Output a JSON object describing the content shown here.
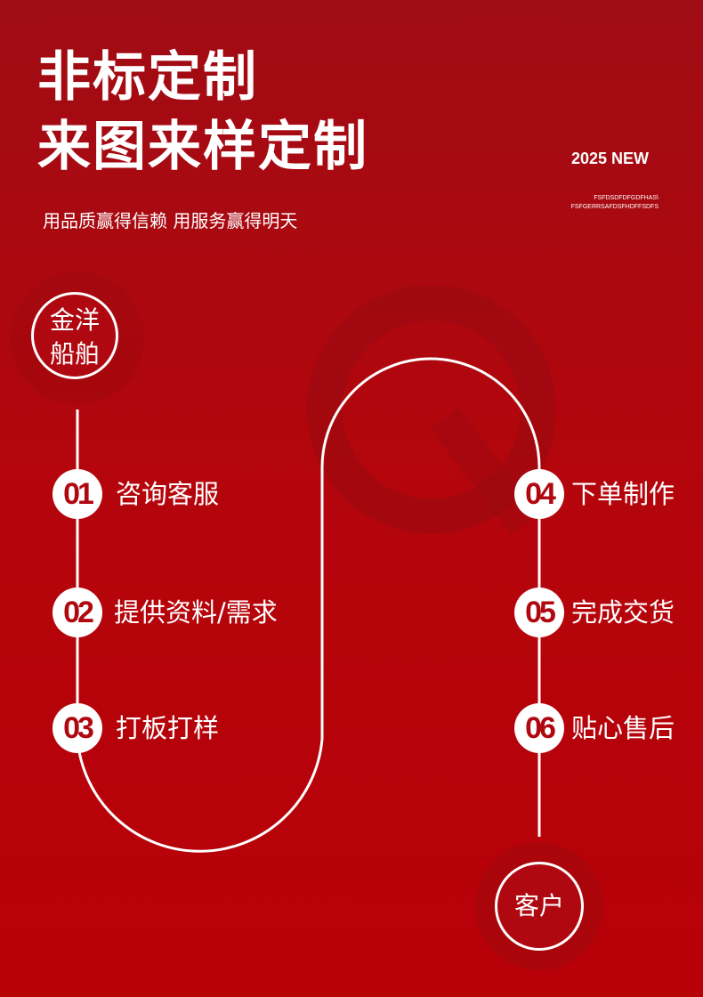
{
  "title_line1": "非标定制",
  "title_line2": "来图来样定制",
  "subtitle": "用品质赢得信赖 用服务赢得明天",
  "badge": "2025 NEW",
  "small_text": [
    "FSFDSDFDFGDFHAS\\",
    "FSFGERRSAFDSFHDFFSDFS"
  ],
  "start": {
    "line1": "金洋",
    "line2": "船舶"
  },
  "end": "客户",
  "steps": [
    {
      "num": "01",
      "label": "咨询客服"
    },
    {
      "num": "02",
      "label": "提供资料/需求"
    },
    {
      "num": "03",
      "label": "打板打样"
    },
    {
      "num": "04",
      "label": "下单制作"
    },
    {
      "num": "05",
      "label": "完成交货"
    },
    {
      "num": "06",
      "label": "贴心售后"
    }
  ]
}
